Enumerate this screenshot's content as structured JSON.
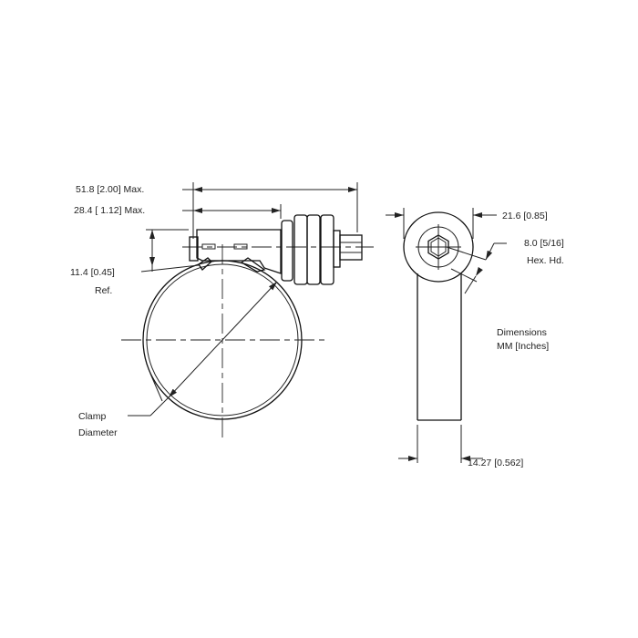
{
  "drawing": {
    "dim_overall_length": "51.8 [2.00] Max.",
    "dim_housing_length": "28.4 [ 1.12] Max.",
    "dim_height": "11.4 [0.45]",
    "dim_height_note": "Ref.",
    "clamp_label_line1": "Clamp",
    "clamp_label_line2": "Diameter",
    "dim_head_diameter": "21.6 [0.85]",
    "dim_hex": "8.0 [5/16]",
    "dim_hex_note": "Hex. Hd.",
    "units_line1": "Dimensions",
    "units_line2": "MM [Inches]",
    "dim_band_width": "14.27 [0.562]"
  }
}
